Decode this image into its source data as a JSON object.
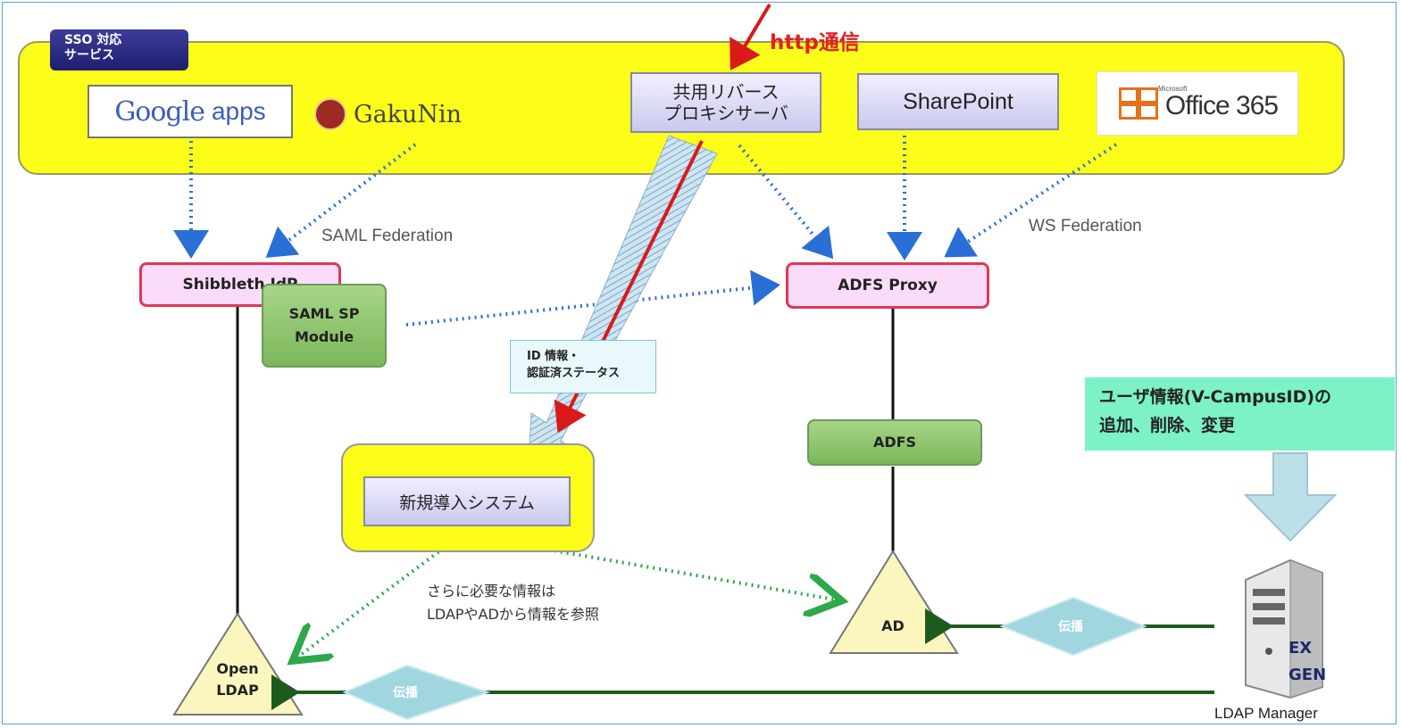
{
  "sso_badge": {
    "line1": "SSO 対応",
    "line2": "サービス"
  },
  "services": {
    "google_word": "Google",
    "google_apps": "apps",
    "gakunin": "GakuNin",
    "reverse_proxy_line1": "共用リバース",
    "reverse_proxy_line2": "プロキシサーバ",
    "sharepoint": "SharePoint",
    "office_ms": "Microsoft",
    "office_word": "Office 365"
  },
  "http_label": "http通信",
  "federation": {
    "saml": "SAML Federation",
    "ws": "WS Federation"
  },
  "nodes": {
    "shibboleth": "Shibbleth IdP",
    "saml_sp_line1": "SAML SP",
    "saml_sp_line2": "Module",
    "adfs_proxy": "ADFS Proxy",
    "adfs": "ADFS",
    "new_system": "新規導入システム",
    "ad": "AD",
    "open_ldap_line1": "Open",
    "open_ldap_line2": "LDAP",
    "ldap_manager": "LDAP Manager"
  },
  "id_info": {
    "line1": "ID 情報・",
    "line2": "認証済ステータス"
  },
  "reference_note": {
    "line1": "さらに必要な情報は",
    "line2": "LDAPやADから情報を参照"
  },
  "user_info": {
    "line1": "ユーザ情報(V-CampusID)の",
    "line2": "追加、削除、変更"
  },
  "propagation_label": "伝播",
  "colors": {
    "accent_yellow": "#fdfd1a",
    "http_red": "#e02020",
    "dotted_blue": "#2a6fd6",
    "dotted_green": "#2da84a",
    "propagation_green": "#1e5a1e"
  }
}
